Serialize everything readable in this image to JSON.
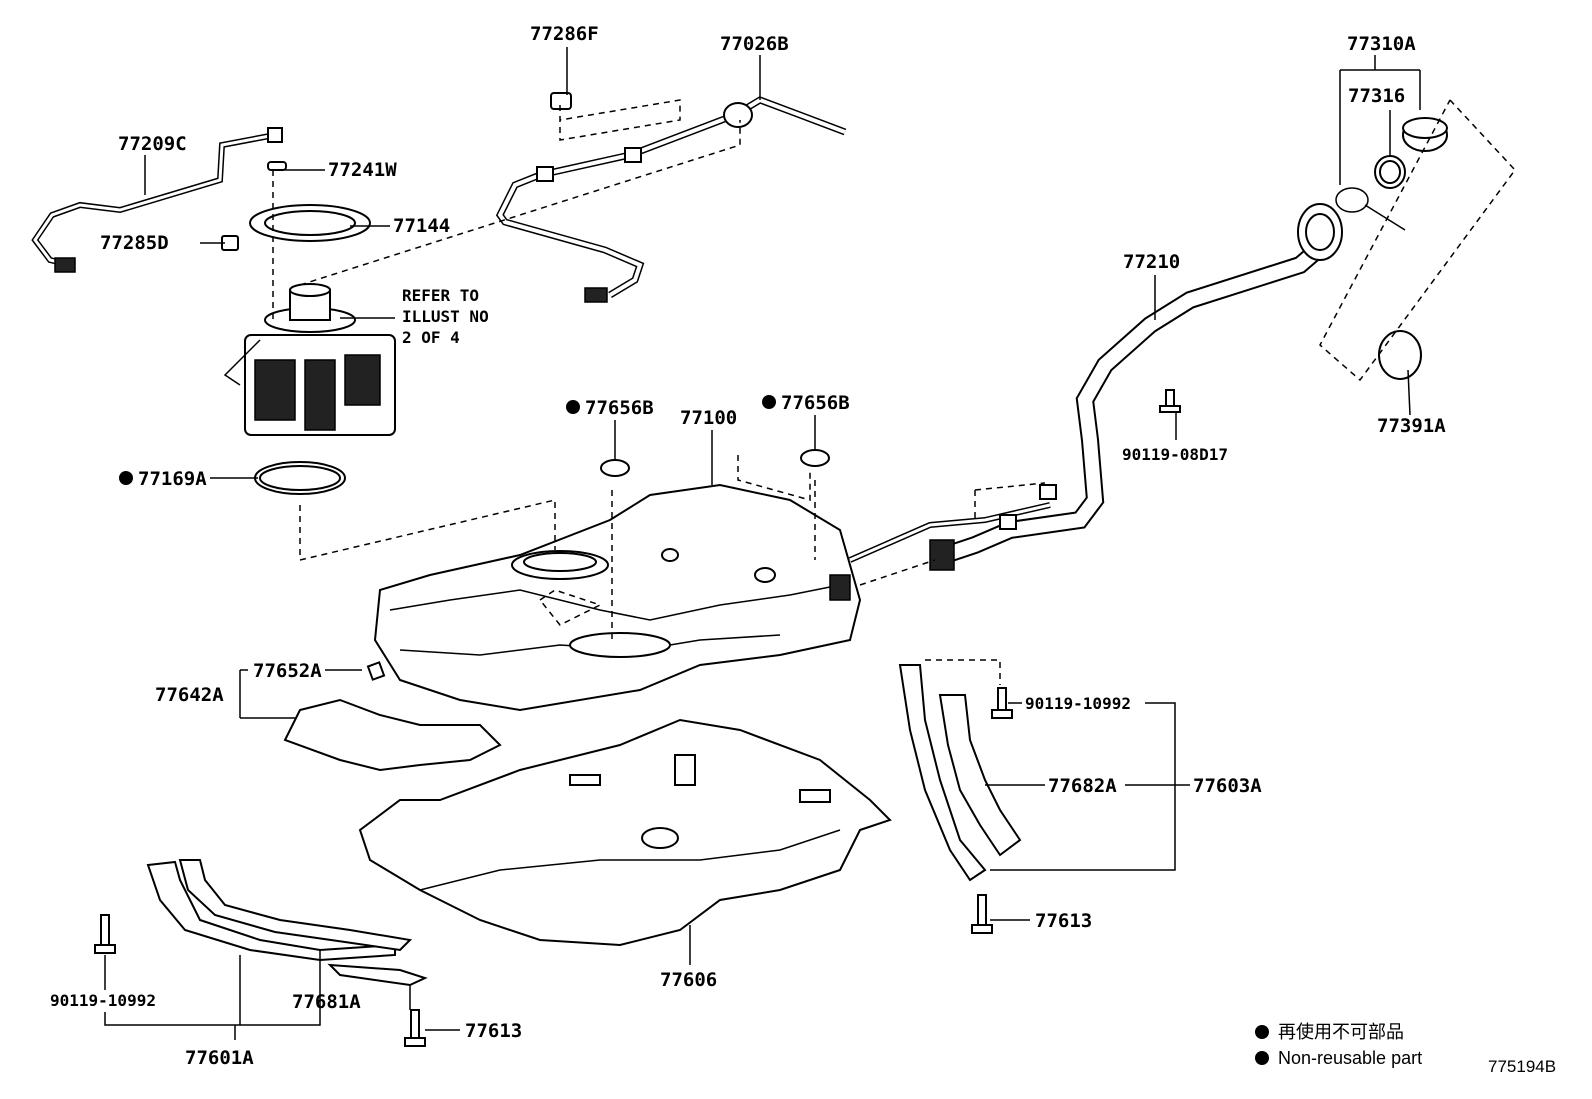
{
  "labels": {
    "p77286F": "77286F",
    "p77026B": "77026B",
    "p77310A": "77310A",
    "p77316": "77316",
    "p77209C": "77209C",
    "p77241W": "77241W",
    "p77144": "77144",
    "p77285D": "77285D",
    "p77210": "77210",
    "p77391A": "77391A",
    "p90119_08D17": "90119-08D17",
    "p77656B_a": "77656B",
    "p77100": "77100",
    "p77656B_b": "77656B",
    "p77169A": "77169A",
    "p77652A": "77652A",
    "p77642A": "77642A",
    "p90119_10992_r": "90119-10992",
    "p77682A": "77682A",
    "p77603A": "77603A",
    "p77613_r": "77613",
    "p77606": "77606",
    "p90119_10992_l": "90119-10992",
    "p77681A": "77681A",
    "p77613_l": "77613",
    "p77601A": "77601A"
  },
  "refer_note": {
    "line1": "REFER TO",
    "line2": "ILLUST NO",
    "line3": "2 OF 4"
  },
  "legend": {
    "line1": "再使用不可部品",
    "line2": "Non-reusable part"
  },
  "figure_id": "775194B"
}
